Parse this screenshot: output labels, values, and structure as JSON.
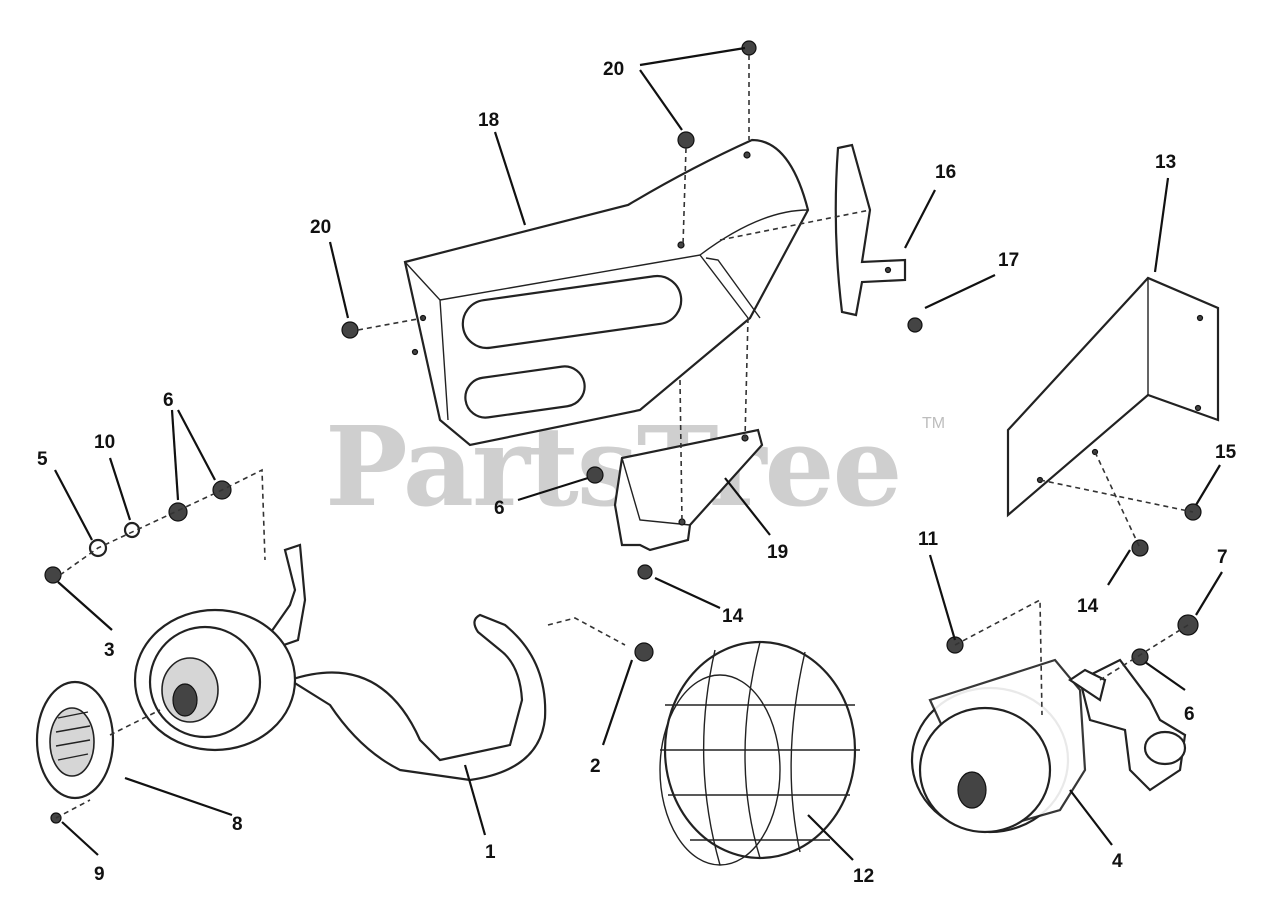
{
  "watermark": {
    "text": "PartsTree",
    "trademark": "TM"
  },
  "callouts": [
    "20",
    "18",
    "20",
    "16",
    "17",
    "13",
    "6",
    "10",
    "5",
    "15",
    "6",
    "19",
    "11",
    "7",
    "14",
    "3",
    "14",
    "6",
    "2",
    "8",
    "1",
    "4",
    "9",
    "12"
  ]
}
